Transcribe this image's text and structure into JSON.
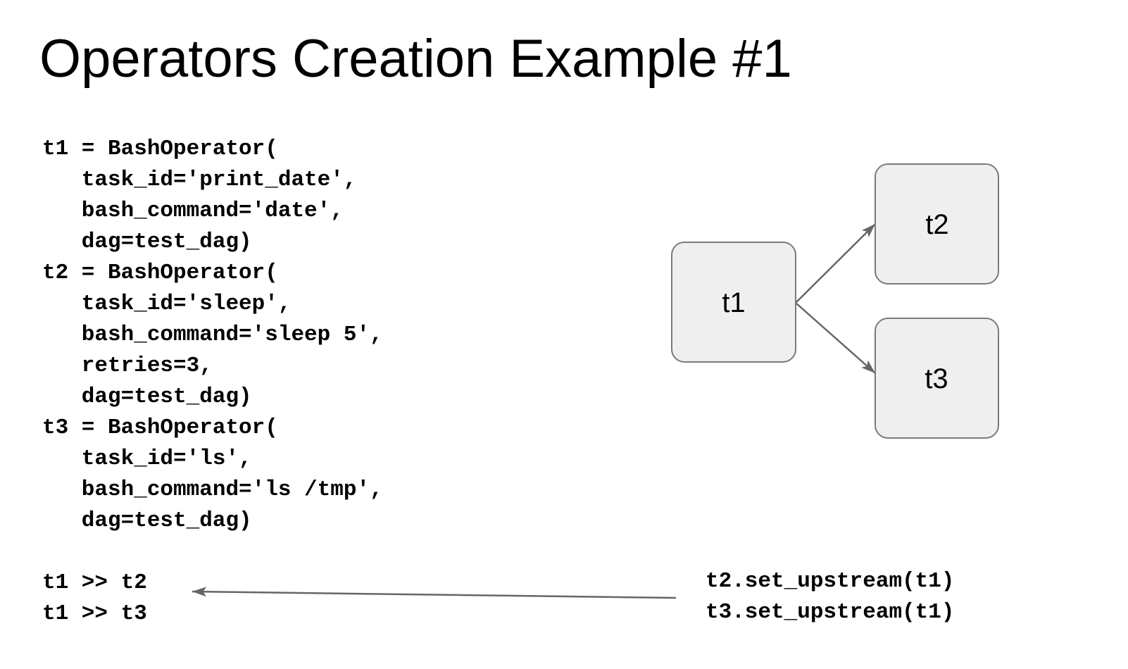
{
  "slide": {
    "title": "Operators Creation Example #1"
  },
  "code_left": {
    "content": "t1 = BashOperator(\n   task_id='print_date',\n   bash_command='date',\n   dag=test_dag)\nt2 = BashOperator(\n   task_id='sleep',\n   bash_command='sleep 5',\n   retries=3,\n   dag=test_dag)\nt3 = BashOperator(\n   task_id='ls',\n   bash_command='ls /tmp',\n   dag=test_dag)\n\nt1 >> t2\nt1 >> t3"
  },
  "code_right": {
    "content": "t2.set_upstream(t1)\nt3.set_upstream(t1)"
  },
  "diagram": {
    "nodes": [
      {
        "id": "t1",
        "label": "t1"
      },
      {
        "id": "t2",
        "label": "t2"
      },
      {
        "id": "t3",
        "label": "t3"
      }
    ],
    "edges": [
      {
        "from": "t1",
        "to": "t2"
      },
      {
        "from": "t1",
        "to": "t3"
      }
    ],
    "annotation_arrow": {
      "from": "set_upstream code",
      "to": "bitshift code"
    }
  },
  "colors": {
    "background": "#ffffff",
    "text": "#000000",
    "node_fill": "#efefef",
    "node_border": "#7a7a7a",
    "arrow": "#666666"
  }
}
